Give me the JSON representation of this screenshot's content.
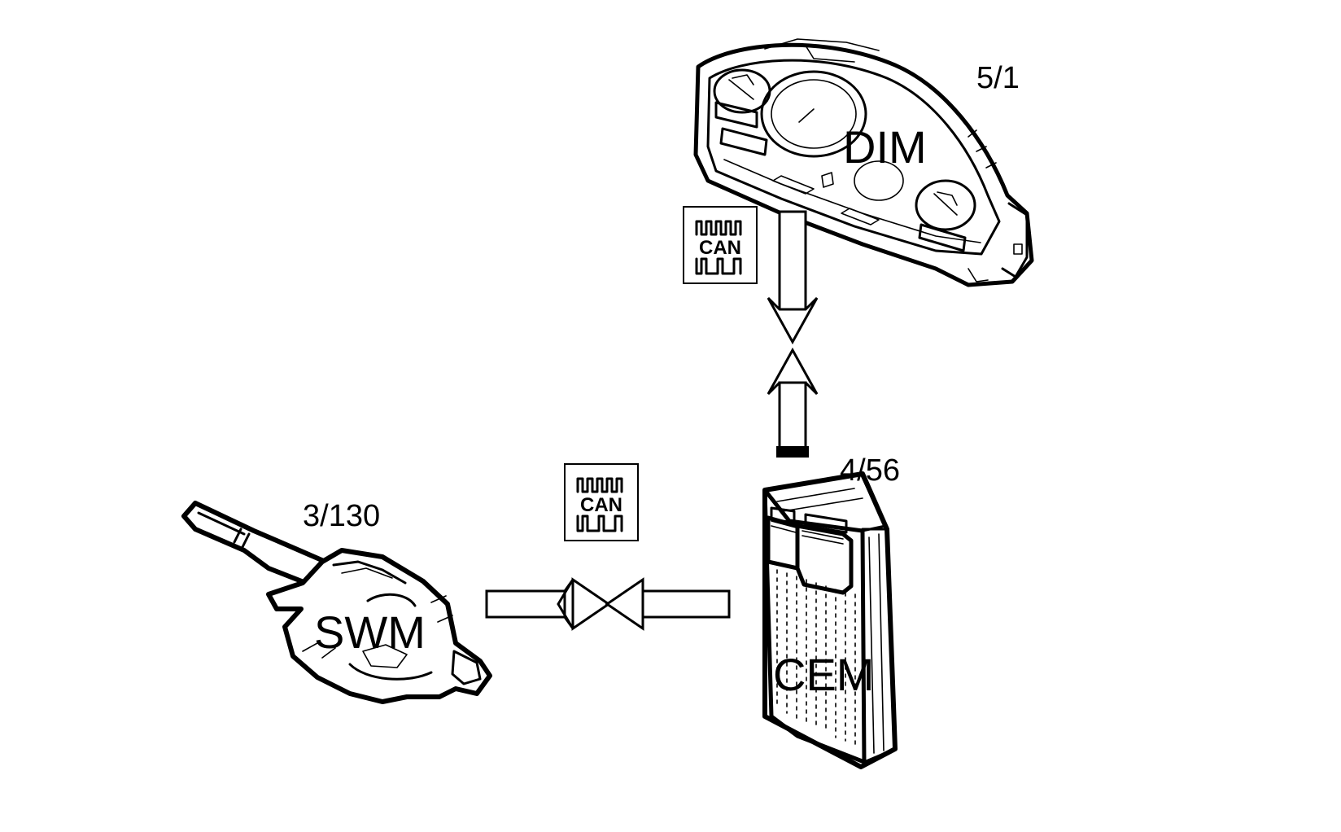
{
  "components": {
    "dim": {
      "name": "DIM",
      "ref": "5/1"
    },
    "cem": {
      "name": "CEM",
      "ref": "4/56"
    },
    "swm": {
      "name": "SWM",
      "ref": "3/130"
    }
  },
  "links": [
    {
      "from": "DIM",
      "to": "CEM",
      "bus": "CAN"
    },
    {
      "from": "SWM",
      "to": "CEM",
      "bus": "CAN"
    }
  ],
  "can_icons": {
    "dim_cem": "CAN",
    "swm_cem": "CAN"
  }
}
